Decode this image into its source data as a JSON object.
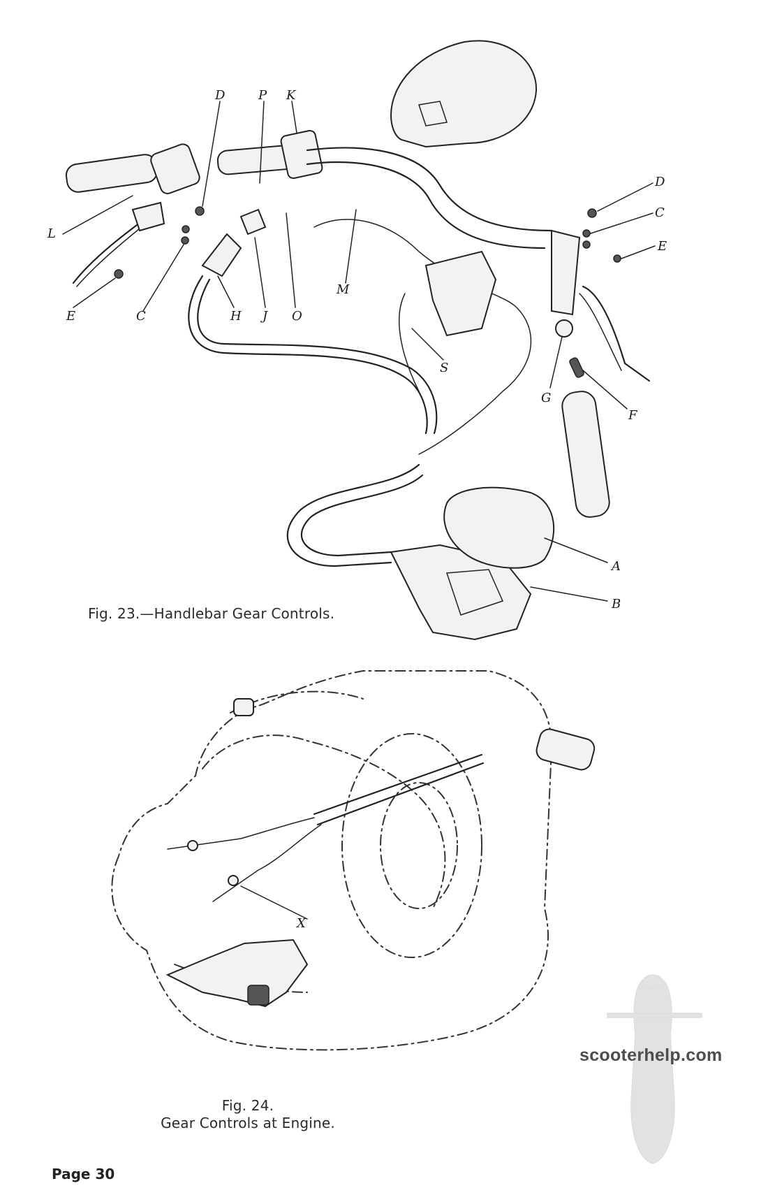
{
  "figure23": {
    "caption": "Fig. 23.—Handlebar Gear Controls.",
    "labels": {
      "D_top": "D",
      "P": "P",
      "K": "K",
      "L": "L",
      "E_left": "E",
      "C_left": "C",
      "H": "H",
      "J": "J",
      "O": "O",
      "M": "M",
      "S": "S",
      "D_right": "D",
      "C_right": "C",
      "E_right": "E",
      "G": "G",
      "F": "F",
      "A": "A",
      "B": "B"
    }
  },
  "figure24": {
    "caption_line1": "Fig. 24.",
    "caption_line2": "Gear Controls at Engine.",
    "label_X": "X"
  },
  "page": {
    "number": "Page 30"
  },
  "watermark": {
    "text": "scooterhelp.com"
  }
}
